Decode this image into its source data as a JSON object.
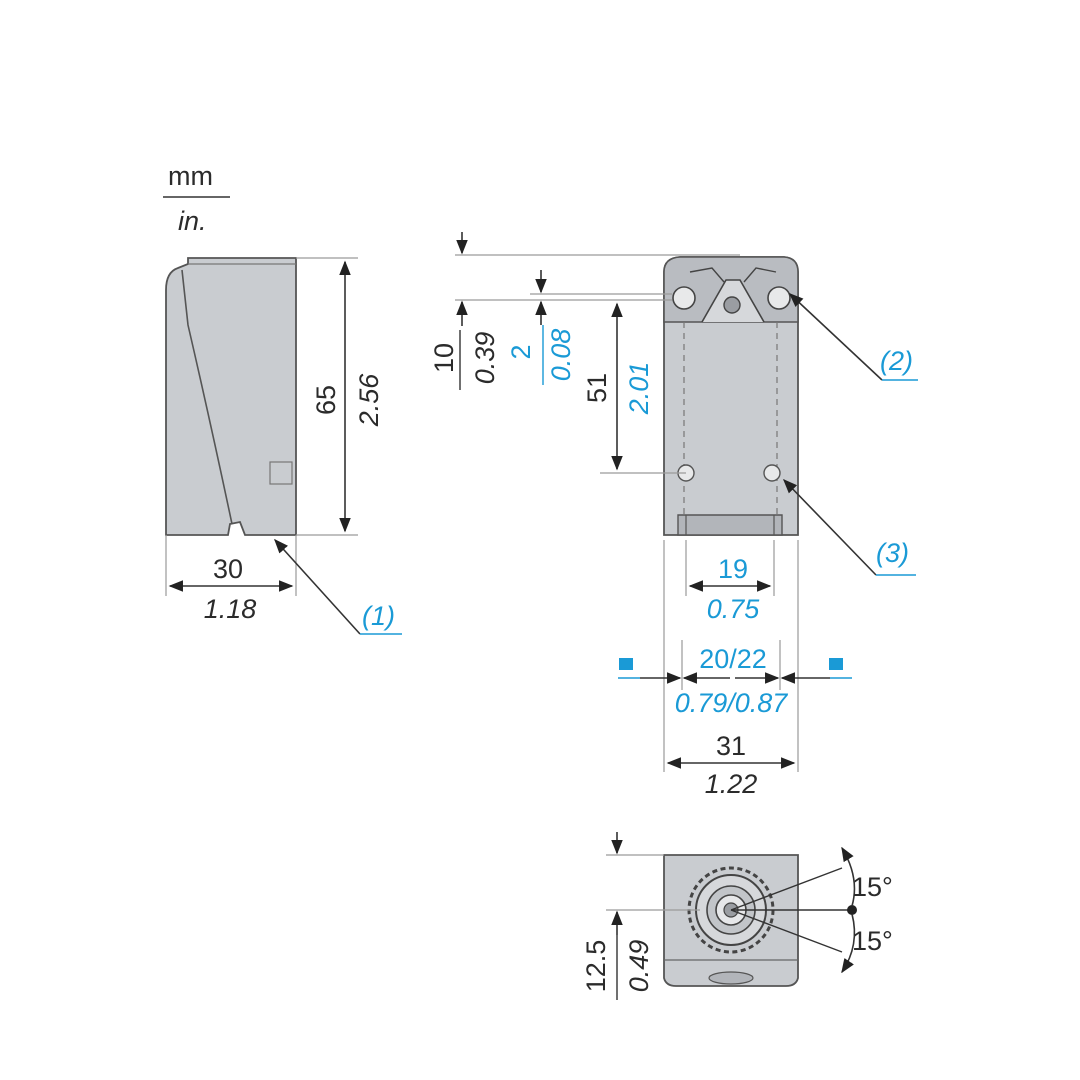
{
  "units": {
    "top": "mm",
    "bottom": "in."
  },
  "side_view": {
    "height_mm": "65",
    "height_in": "2.56",
    "width_mm": "30",
    "width_in": "1.18",
    "callout": "(1)"
  },
  "front_view": {
    "top_offset_mm": "10",
    "top_offset_in": "0.39",
    "hole_offset_mm": "2",
    "hole_offset_in": "0.08",
    "hole_spacing_v_mm": "51",
    "hole_spacing_v_in": "2.01",
    "hole_spacing_h_mm": "19",
    "hole_spacing_h_in": "0.75",
    "mount_range_mm": "20/22",
    "mount_range_in": "0.79/0.87",
    "width_mm": "31",
    "width_in": "1.22",
    "callout_top": "(2)",
    "callout_bottom": "(3)"
  },
  "top_view": {
    "offset_mm": "12.5",
    "offset_in": "0.49",
    "angle_upper": "15°",
    "angle_lower": "15°"
  },
  "colors": {
    "accent": "#1a9ad6",
    "housing": "#c9ccd0",
    "ink": "#2b2b2b"
  }
}
